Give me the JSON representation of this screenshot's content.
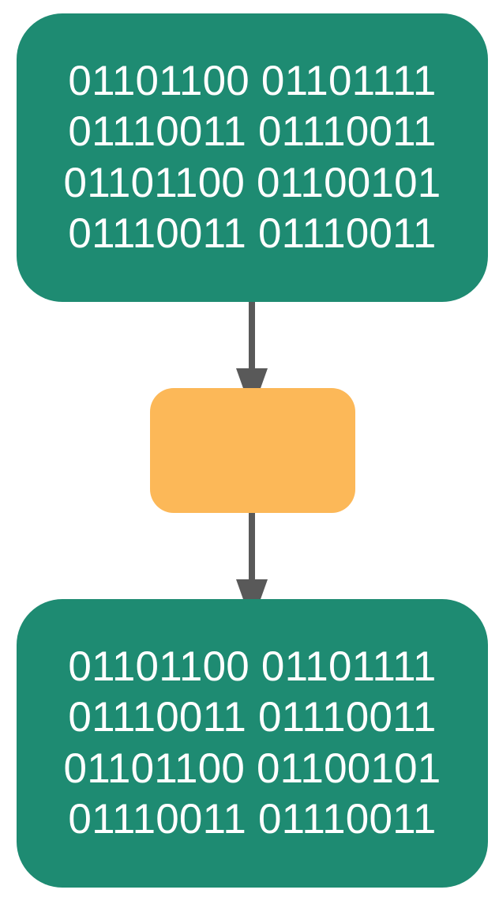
{
  "colors": {
    "binary_node_fill": "#1e8b72",
    "middle_node_fill": "#fcb858",
    "edge_color": "#595959",
    "text_color": "#ffffff"
  },
  "nodes": {
    "top": {
      "lines": [
        "01101100 01101111",
        "01110011 01110011",
        "01101100 01100101",
        "01110011 01110011"
      ]
    },
    "middle": {
      "label": ""
    },
    "bottom": {
      "lines": [
        "01101100 01101111",
        "01110011 01110011",
        "01101100 01100101",
        "01110011 01110011"
      ]
    }
  },
  "edges": [
    {
      "from": "top",
      "to": "middle"
    },
    {
      "from": "middle",
      "to": "bottom"
    }
  ]
}
